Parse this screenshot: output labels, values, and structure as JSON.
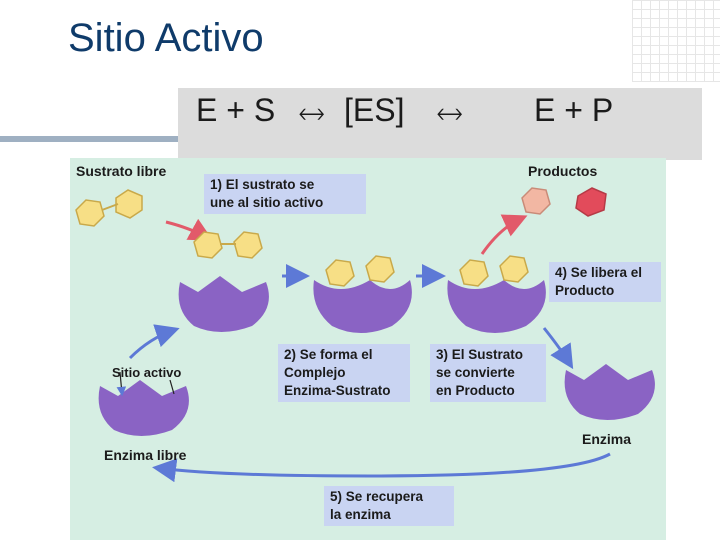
{
  "title": "Sitio Activo",
  "equation": {
    "left": "E + S",
    "arrow1": "🡘",
    "middle": "[ES]",
    "arrow2": "🡘",
    "right": "E + P"
  },
  "diagram": {
    "labels": {
      "free_substrate": "Sustrato libre",
      "products": "Productos",
      "active_site": "Sitio activo",
      "free_enzyme": "Enzima libre",
      "enzyme": "Enzima"
    },
    "steps": [
      {
        "text": "1) El sustrato se\nune al sitio activo"
      },
      {
        "text": "2) Se forma el\nComplejo\nEnzima-Sustrato"
      },
      {
        "text": "3) El Sustrato\nse convierte\nen Producto"
      },
      {
        "text": "4) Se libera el\nProducto"
      },
      {
        "text": "5) Se recupera\nla enzima"
      }
    ]
  },
  "colors": {
    "title": "#0f3b6a",
    "figure_bg": "#d6eee3",
    "step_box": "#c9d4f2",
    "enzyme": "#8a63c4",
    "substrate": "#f7df86",
    "product_pink": "#f2b7a3",
    "product_red": "#e24b5b",
    "arrow_red": "#e25a6a",
    "arrow_blue": "#5d79d6"
  }
}
